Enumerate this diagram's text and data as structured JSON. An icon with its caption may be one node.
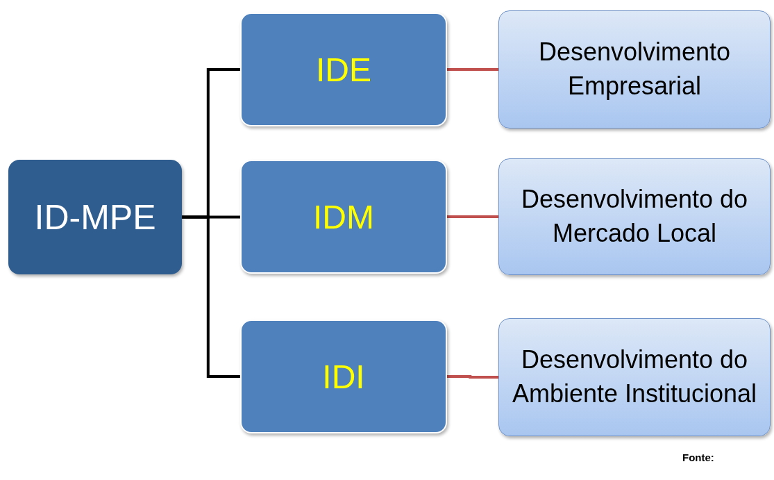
{
  "diagram": {
    "nodes": [
      {
        "text": [
          "ID-MPE"
        ]
      },
      {
        "text": [
          "IDE"
        ]
      },
      {
        "text": [
          "IDM"
        ]
      },
      {
        "text": [
          "IDI"
        ]
      },
      {
        "text": [
          "Desenvolvimento Empresarial"
        ]
      },
      {
        "text": [
          "Desenvolvimento do Mercado Local"
        ]
      },
      {
        "text": [
          "Desenvolvimento do Ambiente Institucional"
        ]
      }
    ],
    "edges": [
      {
        "from": 0,
        "to": 1,
        "arrow": "none"
      },
      {
        "from": 0,
        "to": 2,
        "arrow": "none"
      },
      {
        "from": 0,
        "to": 3,
        "arrow": "none"
      },
      {
        "from": 1,
        "to": 4,
        "arrow": "none",
        "color": "#c0504d"
      },
      {
        "from": 2,
        "to": 5,
        "arrow": "none",
        "color": "#c0504d"
      },
      {
        "from": 3,
        "to": 6,
        "arrow": "none",
        "color": "#c0504d"
      }
    ],
    "labels": [
      "Fonte:"
    ]
  }
}
